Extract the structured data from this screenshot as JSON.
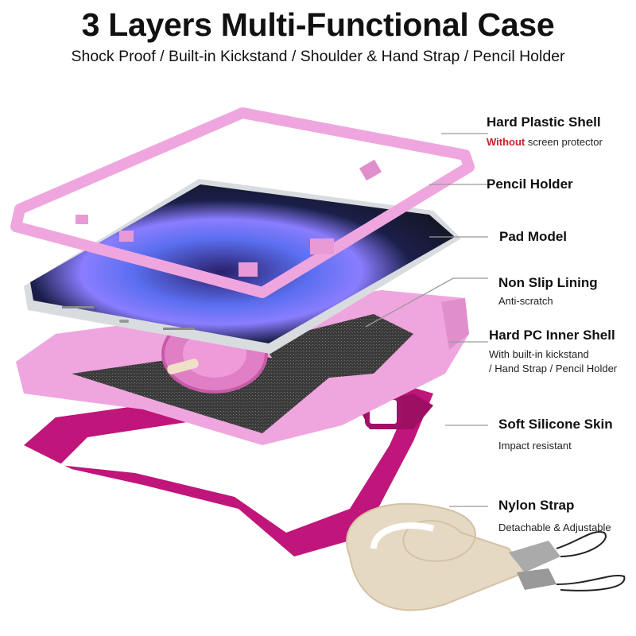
{
  "header": {
    "title": "3 Layers Multi-Functional Case",
    "subtitle": "Shock Proof / Built-in Kickstand / Shoulder & Hand Strap / Pencil Holder"
  },
  "callouts": [
    {
      "title": "Hard Plastic Shell",
      "sub_highlight": "Without",
      "sub_rest": " screen protector"
    },
    {
      "title": "Pencil Holder"
    },
    {
      "title": "Pad Model"
    },
    {
      "title": "Non Slip Lining",
      "sub": "Anti-scratch"
    },
    {
      "title": "Hard PC Inner Shell",
      "sub_line1": "With built-in kickstand",
      "sub_line2": "/ Hand Strap / Pencil Holder"
    },
    {
      "title": "Soft Silicone Skin",
      "sub": "Impact resistant"
    },
    {
      "title": "Nylon Strap",
      "sub": "Detachable & Adjustable"
    }
  ],
  "colors": {
    "highlight_red": "#c8202a",
    "light_pink": "#efa6df",
    "magenta": "#c0157a",
    "lining_gray": "#3d3d3d",
    "strap_beige": "#e6d9c3",
    "tablet_silver": "#d9dcdf"
  }
}
